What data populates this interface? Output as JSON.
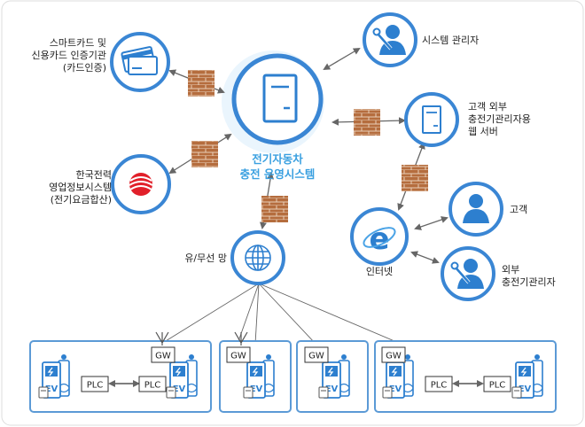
{
  "center": {
    "label": "전기자동차\n충전 운영시스템"
  },
  "card_auth": {
    "label": "스마트카드 및\n신용카드 인증기관\n(카드인증)"
  },
  "kepco": {
    "label": "한국전력\n영업정보시스템\n(전기요금합산)"
  },
  "network": {
    "label": "유/무선 망"
  },
  "sys_admin": {
    "label": "시스템 관리자"
  },
  "web_server": {
    "label": "고객 외부\n충전기관리자용\n웹 서버"
  },
  "internet": {
    "label": "인터넷"
  },
  "customer": {
    "label": "고객"
  },
  "ext_admin": {
    "label": "외부\n충전기관리자"
  },
  "stations": {
    "gw": "GW",
    "plc": "PLC",
    "ev": "EV"
  },
  "colors": {
    "node_ring": "#3a86d4",
    "node_fill": "#ffffff",
    "icon": "#2d7fcf",
    "station_border": "#5b9ad6",
    "firewall": "#b26b3c",
    "center_text": "#3aa0e0"
  }
}
